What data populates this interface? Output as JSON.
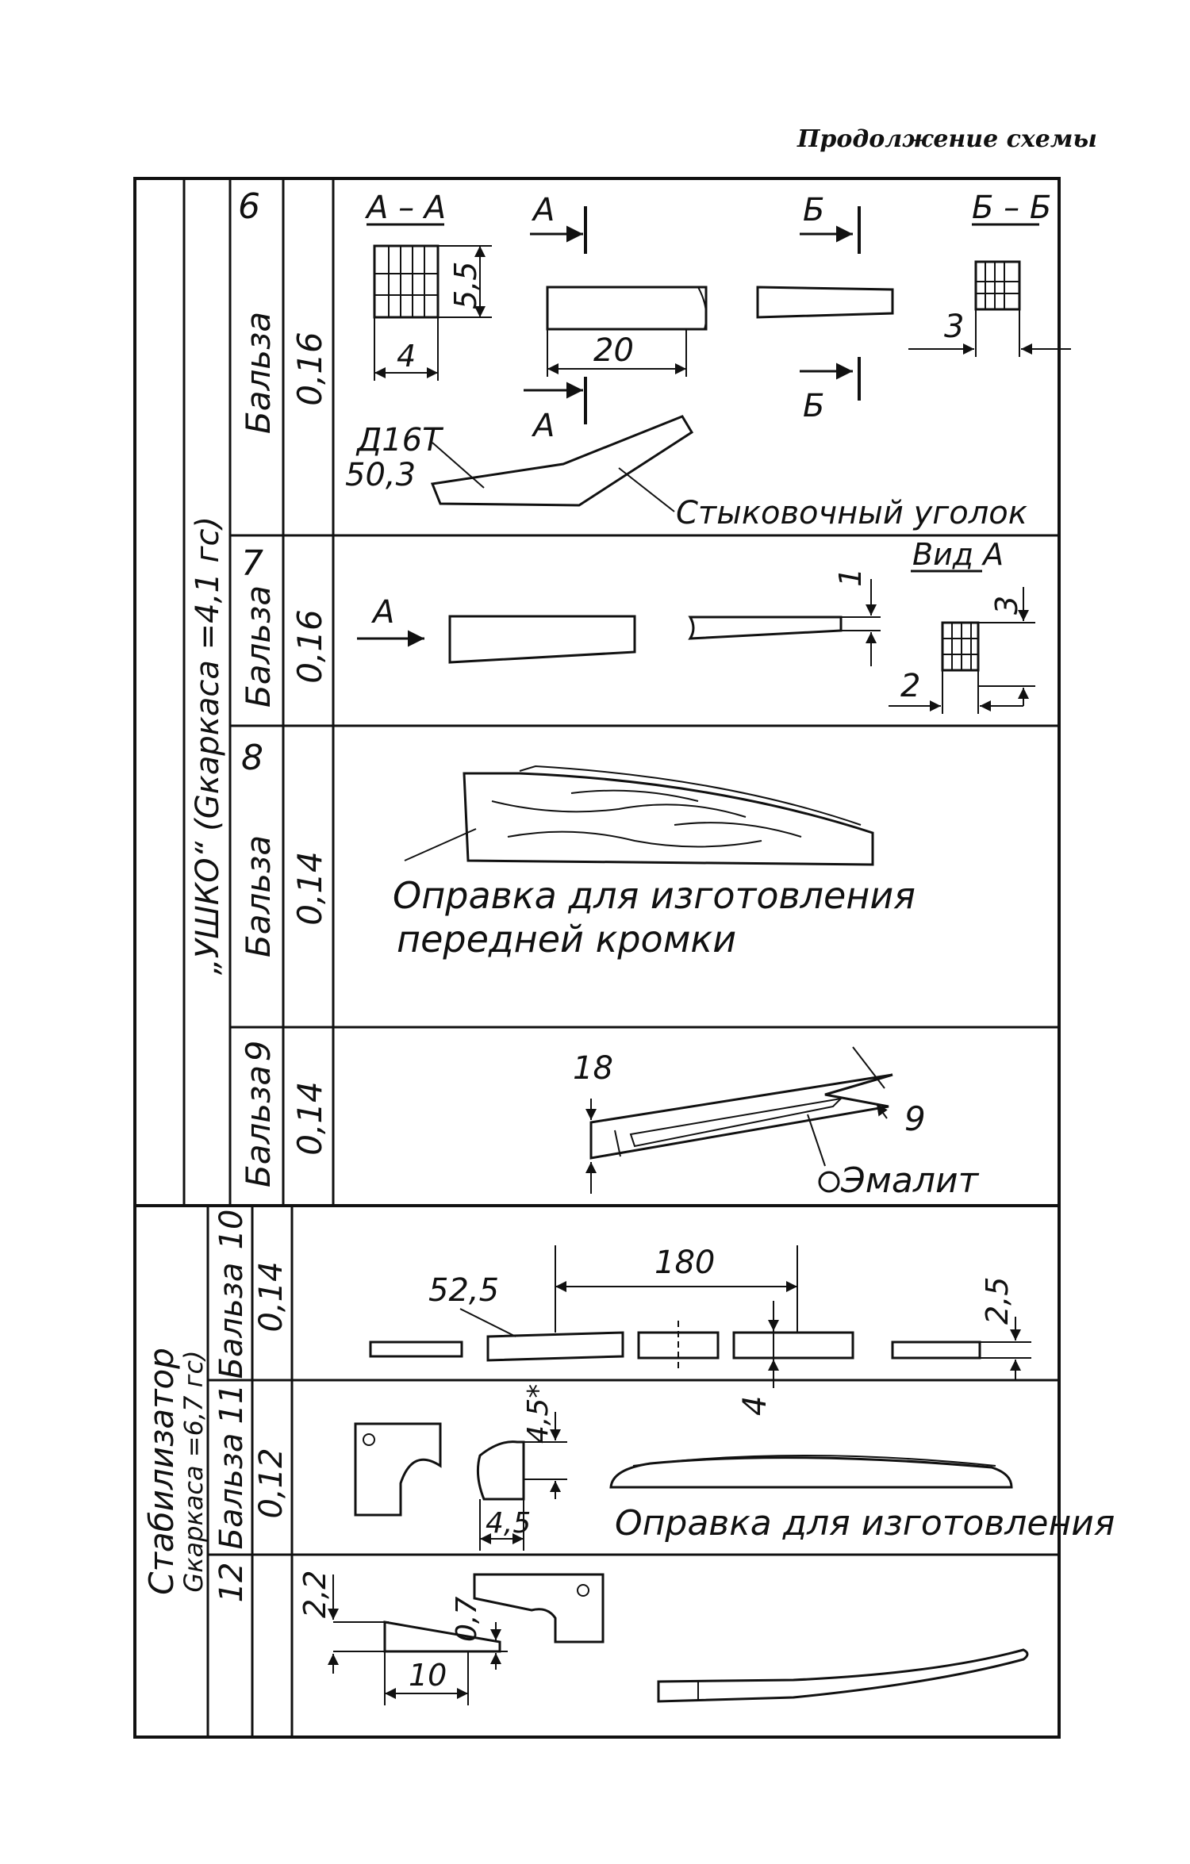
{
  "header": {
    "continuation": "Продолжение схемы"
  },
  "groups": [
    {
      "vertical_label": "„УШКО“ (Gкаркаса =4,1 гс)"
    },
    {
      "vertical_label_1": "Стабилизатор",
      "vertical_label_2": "Gкаркаса =6,7 гс)"
    }
  ],
  "rows": [
    {
      "num": "6",
      "material": "Бальза",
      "thickness": "0,16"
    },
    {
      "num": "7",
      "material": "Бальза",
      "thickness": "0,16"
    },
    {
      "num": "8",
      "material": "Бальза",
      "thickness": "0,14"
    },
    {
      "num": "9",
      "material": "Бальза",
      "thickness": "0,14"
    },
    {
      "num": "10",
      "material": "Бальза",
      "thickness": "0,14"
    },
    {
      "num": "11",
      "material": "Бальза",
      "thickness": "0,12"
    },
    {
      "num": "12",
      "material": "",
      "thickness": ""
    }
  ],
  "drawings": {
    "r6": {
      "section_aa": "А – А",
      "section_bb": "Б – Б",
      "mark_a": "А",
      "mark_b": "Б",
      "dim_55": "5,5",
      "dim_4": "4",
      "dim_20": "20",
      "dim_3": "3",
      "material_code": "Д16Т",
      "material_size": "50,3",
      "part_name": "Стыковочный уголок"
    },
    "r7": {
      "mark_a": "А",
      "view_a": "Вид А",
      "dim_1": "1",
      "dim_3": "3",
      "dim_2": "2"
    },
    "r8": {
      "caption_1": "Оправка для изготовления",
      "caption_2": "передней кромки"
    },
    "r9": {
      "dim_18": "18",
      "dim_9": "9",
      "material": "Эмалит"
    },
    "r10": {
      "dim_525": "52,5",
      "dim_180": "180",
      "dim_25": "2,5",
      "dim_4": "4"
    },
    "r11": {
      "dim_45a": "4,5*",
      "dim_45b": "4,5",
      "caption": "Оправка для изготовления"
    },
    "r12": {
      "dim_22": "2,2",
      "dim_07": "0,7",
      "dim_10": "10"
    }
  }
}
